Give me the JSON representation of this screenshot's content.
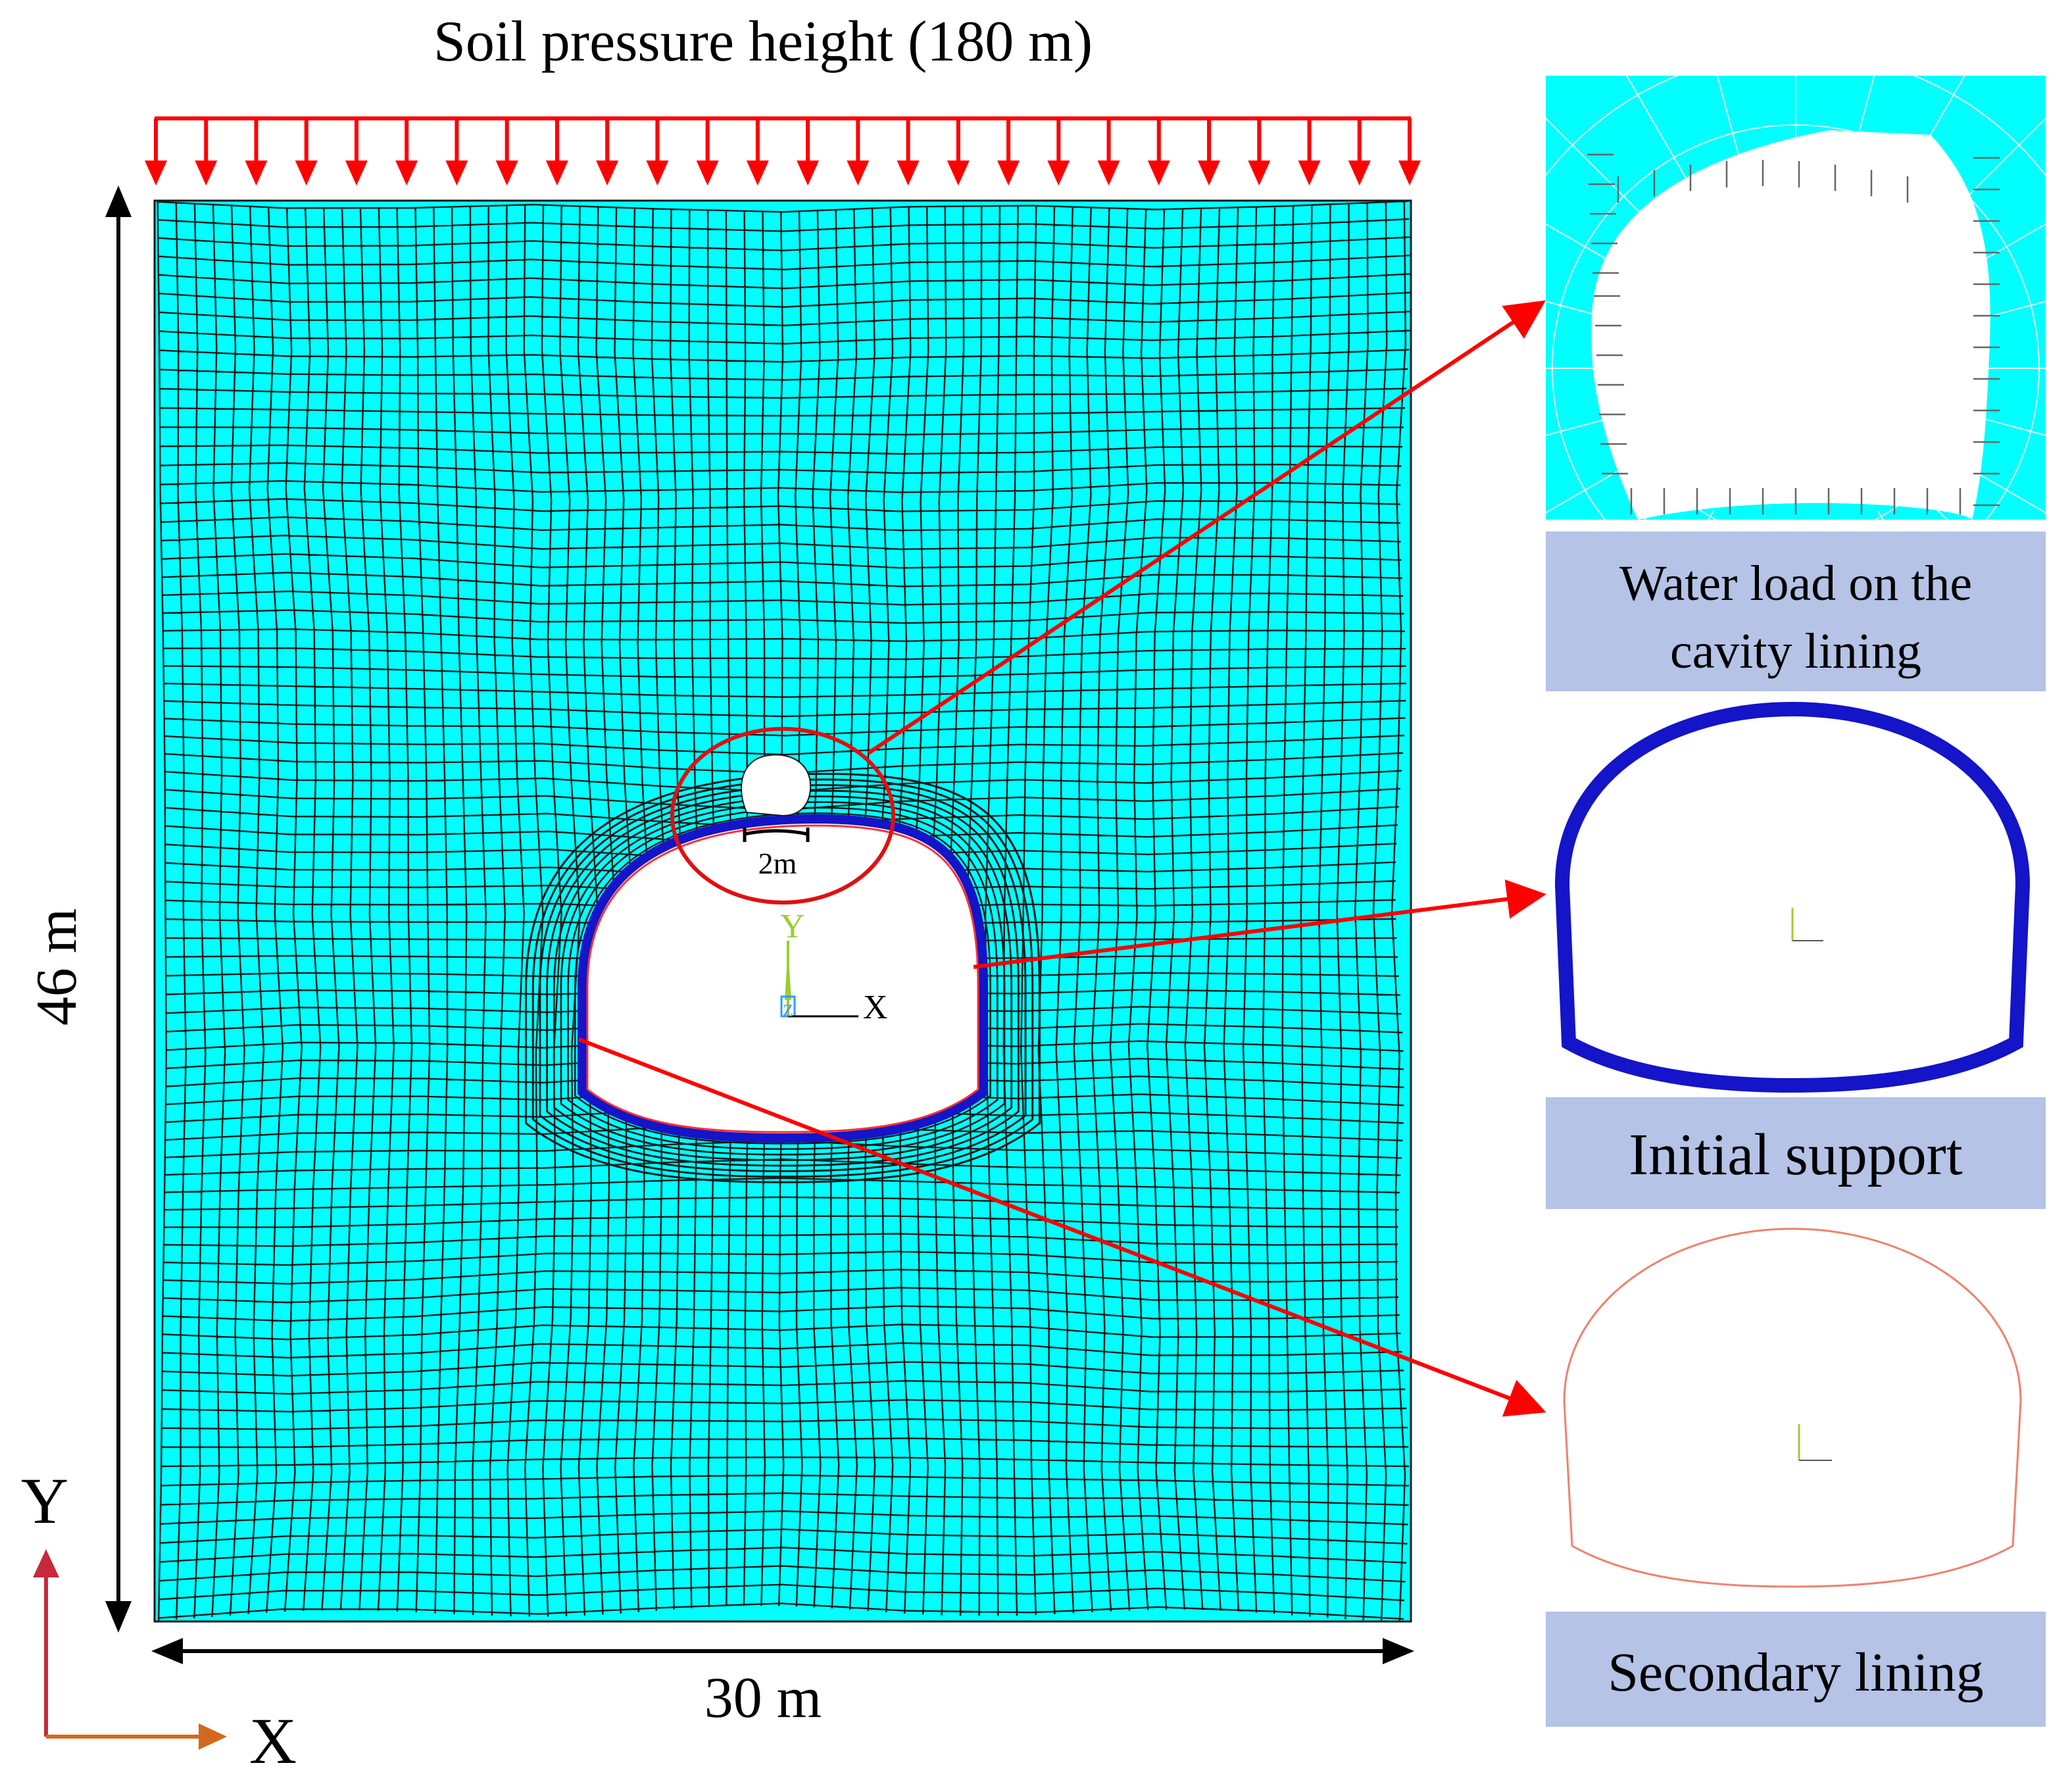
{
  "diagram": {
    "load_label": "Soil pressure height (180 m)",
    "height_label": "46 m",
    "width_label": "30 m",
    "cavity_width_label": "2m",
    "axes": {
      "y_label": "Y",
      "x_label": "X"
    },
    "model_triad": {
      "y_label": "Y",
      "x_label": "X",
      "z_label": "Z"
    },
    "colors": {
      "soil": "#00ffff",
      "mesh": "#1a1a1a",
      "load_arrow": "#ff0000",
      "initial_support": "#1414c8",
      "secondary_lining": "#f08070",
      "caption_bg": "#b4c3e6",
      "axis_y": "#c8283c",
      "axis_x": "#d2691e"
    },
    "panels": [
      {
        "caption_lines": [
          "Water load on  the",
          "cavity lining"
        ],
        "icon": "water-load-detail"
      },
      {
        "caption_lines": [
          "Initial support"
        ],
        "icon": "initial-support-ring"
      },
      {
        "caption_lines": [
          "Secondary lining"
        ],
        "icon": "secondary-lining-outline"
      }
    ]
  }
}
